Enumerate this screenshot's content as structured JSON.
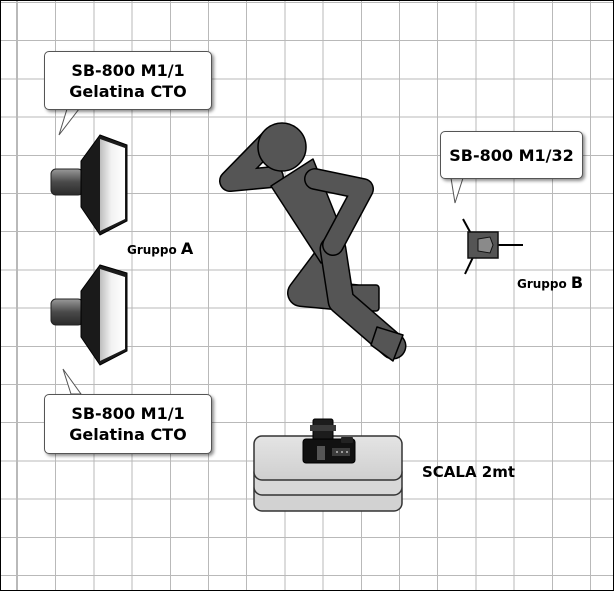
{
  "callouts": {
    "top_left": {
      "line1": "SB-800 M1/1",
      "line2": "Gelatina CTO"
    },
    "bottom_left": {
      "line1": "SB-800 M1/1",
      "line2": "Gelatina CTO"
    },
    "right": {
      "line1": "SB-800 M1/32"
    }
  },
  "groups": {
    "a": {
      "word": "Gruppo",
      "letter": "A"
    },
    "b": {
      "word": "Gruppo",
      "letter": "B"
    }
  },
  "scale_label": "SCALA 2mt",
  "colors": {
    "figure": "#555555",
    "softbox_shell": "#1a1a1a",
    "speedlight": "#555555",
    "riser": "#d8d8d8",
    "grid": "#b9b9b9"
  },
  "icons": [
    "softbox-icon",
    "speedlight-icon",
    "camera-icon",
    "model-figure-icon"
  ]
}
